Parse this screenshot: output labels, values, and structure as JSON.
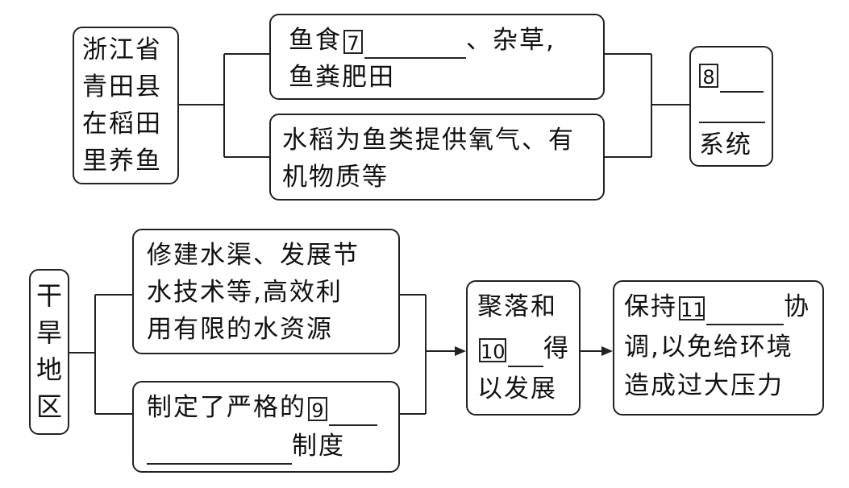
{
  "top": {
    "left_lines": [
      "浙江省",
      "青田县",
      "在稻田",
      "里养鱼"
    ],
    "box1_line1_pre": "鱼食",
    "box1_num": "7",
    "box1_line1_post": "、杂草,",
    "box1_line2": "鱼粪肥田",
    "box2_line1": "水稻为鱼类提供氧气、有",
    "box2_line2": "机物质等",
    "right_num": "8",
    "right_text": "系统"
  },
  "bottom": {
    "left_text": "干旱地区",
    "box1_lines": [
      "修建水渠、发展节",
      "水技术等,高效利",
      "用有限的水资源"
    ],
    "box2_line1_pre": "制定了严格的",
    "box2_num": "9",
    "box2_line2_post": "制度",
    "mid_line1": "聚落和",
    "mid_num": "10",
    "mid_line2_post": "得",
    "mid_line3": "以发展",
    "right_line1_pre": "保持",
    "right_num": "11",
    "right_line1_post": "协",
    "right_line2": "调,以免给环境",
    "right_line3": "造成过大压力"
  }
}
